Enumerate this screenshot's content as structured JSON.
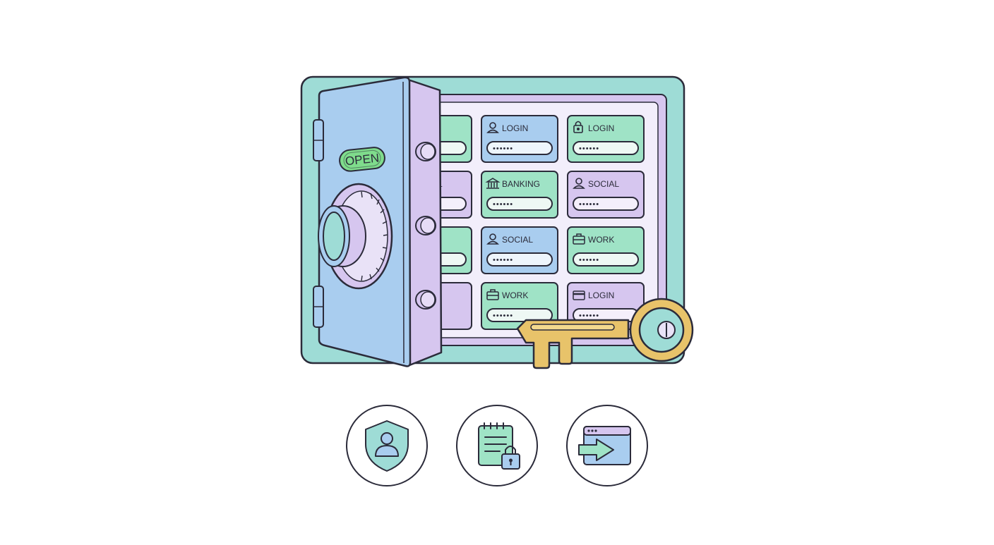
{
  "door": {
    "badge": "OPEN"
  },
  "cards": [
    {
      "label": "",
      "icon": "none",
      "dots": ""
    },
    {
      "label": "LOGIN",
      "icon": "user-icon",
      "dots": "••••••"
    },
    {
      "label": "LOGIN",
      "icon": "padlock-icon",
      "dots": "••••••"
    },
    {
      "label": "L",
      "icon": "none",
      "dots": ""
    },
    {
      "label": "BANKING",
      "icon": "bank-icon",
      "dots": "••••••"
    },
    {
      "label": "SOCIAL",
      "icon": "user-icon",
      "dots": "••••••"
    },
    {
      "label": "",
      "icon": "none",
      "dots": ""
    },
    {
      "label": "SOCIAL",
      "icon": "user-icon",
      "dots": "••••••"
    },
    {
      "label": "WORK",
      "icon": "briefcase-icon",
      "dots": "••••••"
    },
    {
      "label": "",
      "icon": "none",
      "dots": ""
    },
    {
      "label": "WORK",
      "icon": "briefcase-icon",
      "dots": "••••••"
    },
    {
      "label": "LOGIN",
      "icon": "card-icon",
      "dots": "••••••"
    }
  ],
  "features": [
    {
      "icon": "shield-user-icon"
    },
    {
      "icon": "locked-notepad-icon"
    },
    {
      "icon": "browser-login-arrow-icon"
    }
  ],
  "colors": {
    "outline": "#2b2b3a",
    "safe_body": "#9edcd6",
    "door_blue": "#a9cdef",
    "lavender": "#d6c6ef",
    "card_green": "#9fe3c6",
    "card_blue": "#a9cdef",
    "card_purple": "#d6c6ef",
    "badge_green": "#7fdc8c",
    "key_gold": "#e8c36a"
  }
}
